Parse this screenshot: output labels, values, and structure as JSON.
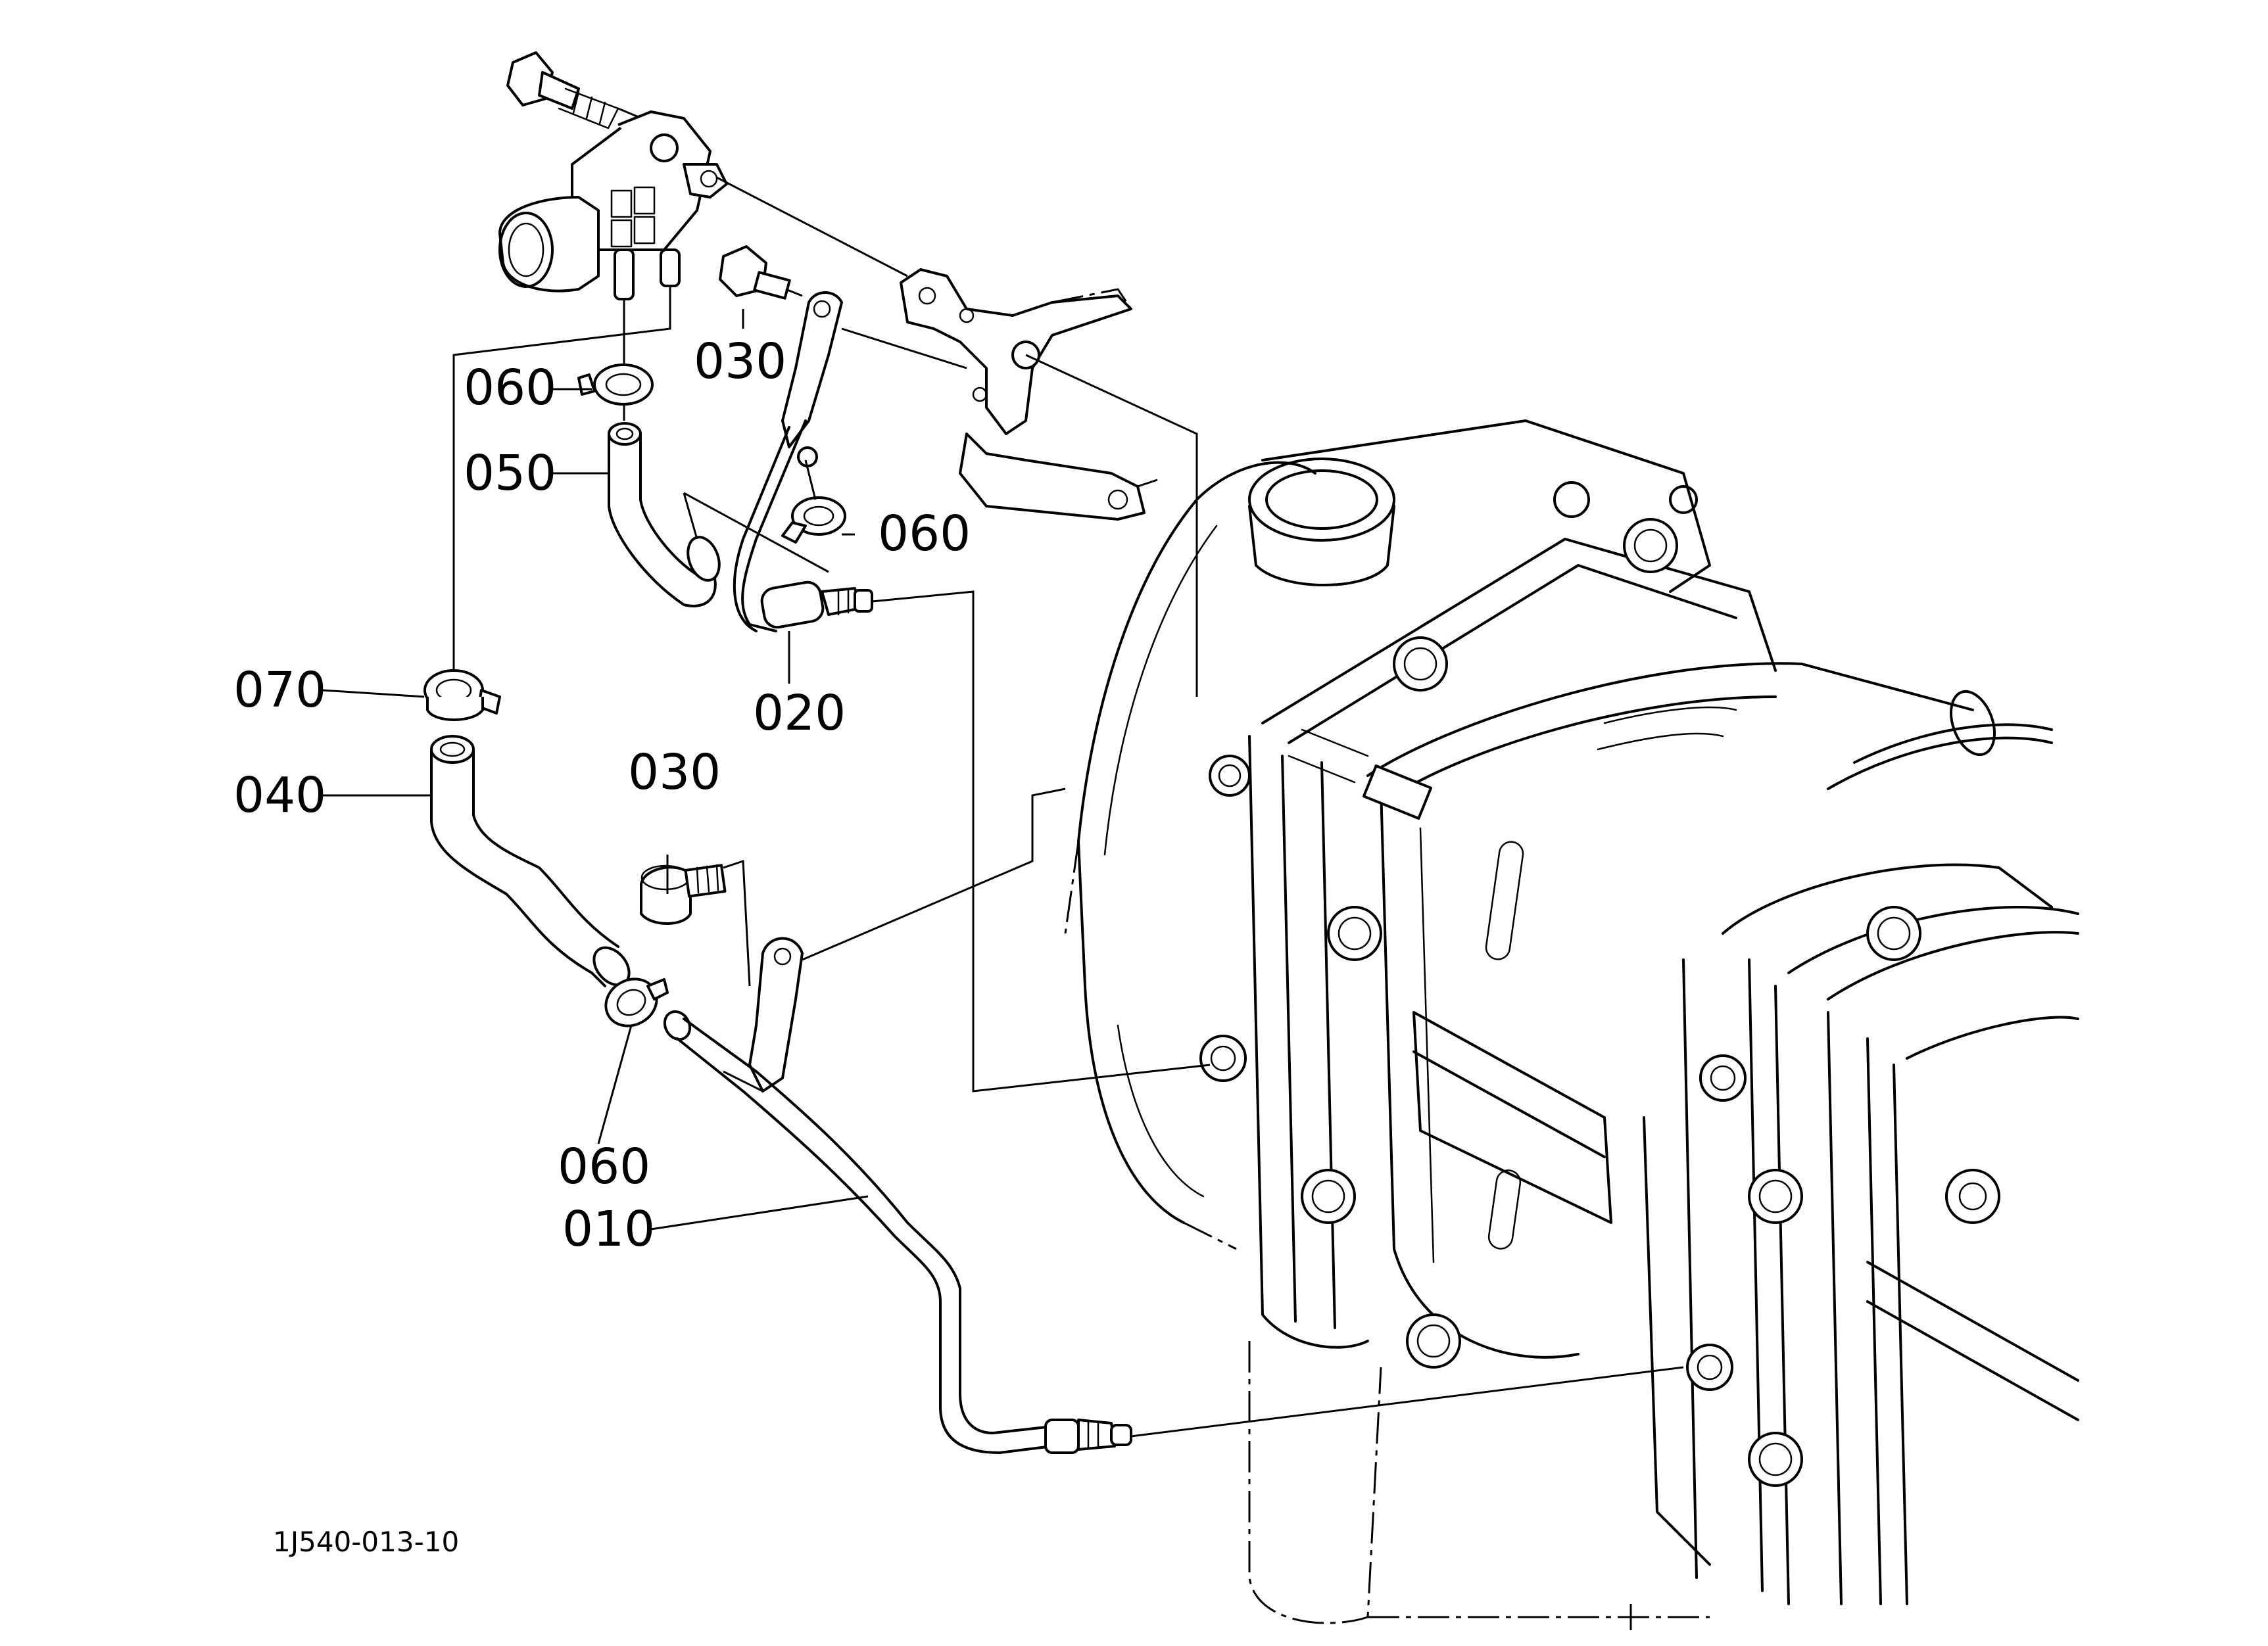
{
  "diagram": {
    "reference_code": "1J540-013-10",
    "callouts": [
      {
        "id": "010",
        "label": "010"
      },
      {
        "id": "020",
        "label": "020"
      },
      {
        "id": "030a",
        "label": "030"
      },
      {
        "id": "030b",
        "label": "030"
      },
      {
        "id": "040",
        "label": "040"
      },
      {
        "id": "050",
        "label": "050"
      },
      {
        "id": "060a",
        "label": "060"
      },
      {
        "id": "060b",
        "label": "060"
      },
      {
        "id": "060c",
        "label": "060"
      },
      {
        "id": "070",
        "label": "070"
      }
    ]
  }
}
